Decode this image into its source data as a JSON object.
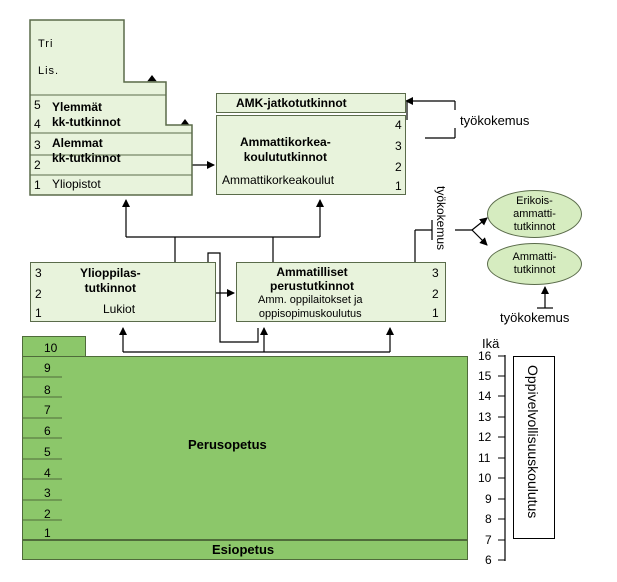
{
  "university": {
    "levels_top": [
      "Tri",
      "Lis."
    ],
    "upper_degrees": "Ylemmät\nkk-tutkinnot",
    "lower_degrees": "Alemmat\nkk-tutkinnot",
    "institution": "Yliopistot",
    "numbers": [
      "5",
      "4",
      "3",
      "2",
      "1"
    ]
  },
  "polytechnic": {
    "postgrad": "AMK-jatkotutkinnot",
    "degrees": "Ammattikorkea-\nkoulututkinnot",
    "institution": "Ammattikorkeakoulut",
    "numbers": [
      "4",
      "3",
      "2",
      "1"
    ]
  },
  "work_experience": "työkokemus",
  "upper_secondary": {
    "title": "Ylioppilas-\ntutkinnot",
    "institution": "Lukiot",
    "numbers": [
      "3",
      "2",
      "1"
    ]
  },
  "vocational": {
    "title": "Ammatilliset\nperustutkinnot",
    "institution": "Amm. oppilaitokset ja\noppisopimuskoulutus",
    "numbers": [
      "3",
      "2",
      "1"
    ]
  },
  "ovals": {
    "specialist": "Erikois-\nammatti-\ntutkinnot",
    "further": "Ammatti-\ntutkinnot"
  },
  "basic": {
    "title": "Perusopetus",
    "grades": [
      "10",
      "9",
      "8",
      "7",
      "6",
      "5",
      "4",
      "3",
      "2",
      "1"
    ],
    "preschool": "Esiopetus"
  },
  "age_axis": {
    "label": "Ikä",
    "ages": [
      "16",
      "15",
      "14",
      "13",
      "12",
      "11",
      "10",
      "9",
      "8",
      "7",
      "6"
    ]
  },
  "compulsory": "Oppivelvollisuuskoulutus"
}
